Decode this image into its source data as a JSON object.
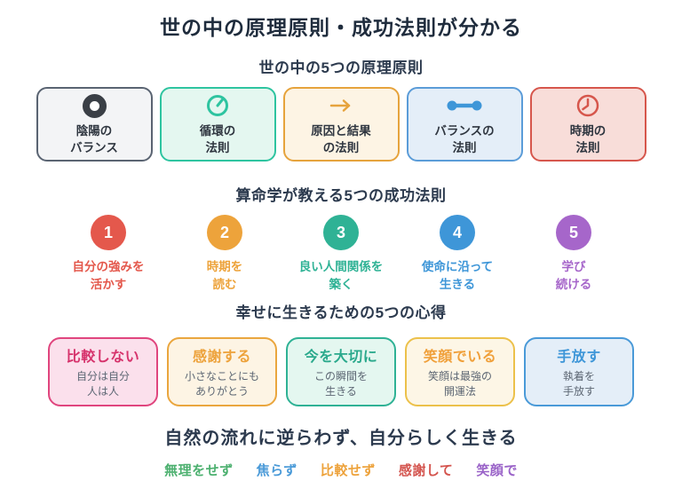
{
  "title": "世の中の原理原則・成功法則が分かる",
  "heading_color": "#2c3a4e",
  "principles": {
    "heading": "世の中の5つの原理原則",
    "items": [
      {
        "line1": "陰陽の",
        "line2": "バランス",
        "icon": "yin-yang-donut-icon",
        "border": "#5a6472",
        "bg": "#f3f4f6",
        "iconColor": "#3a3f46"
      },
      {
        "line1": "循環の",
        "line2": "法則",
        "icon": "cycle-clock-icon",
        "border": "#2ec4a0",
        "bg": "#e4f7f0",
        "iconColor": "#2ec4a0"
      },
      {
        "line1": "原因と結果",
        "line2": "の法則",
        "icon": "arrow-right-icon",
        "border": "#e6a33c",
        "bg": "#fdf4e4",
        "iconColor": "#e6a33c"
      },
      {
        "line1": "バランスの",
        "line2": "法則",
        "icon": "balance-dumbbell-icon",
        "border": "#5b9cd8",
        "bg": "#e4eef8",
        "iconColor": "#3e96d8"
      },
      {
        "line1": "時期の",
        "line2": "法則",
        "icon": "clock-icon",
        "border": "#d6564c",
        "bg": "#f8ddd9",
        "iconColor": "#d6564c"
      }
    ]
  },
  "success_laws": {
    "heading": "算命学が教える5つの成功法則",
    "items": [
      {
        "number": "1",
        "line1": "自分の強みを",
        "line2": "活かす",
        "color": "#e4584c"
      },
      {
        "number": "2",
        "line1": "時期を",
        "line2": "読む",
        "color": "#eda33b"
      },
      {
        "number": "3",
        "line1": "良い人間関係を",
        "line2": "築く",
        "color": "#2fb295"
      },
      {
        "number": "4",
        "line1": "使命に沿って",
        "line2": "生きる",
        "color": "#3e96d8"
      },
      {
        "number": "5",
        "line1": "学び",
        "line2": "続ける",
        "color": "#a666ca"
      }
    ]
  },
  "precepts": {
    "heading": "幸せに生きるための5つの心得",
    "sub_color": "#5c6673",
    "items": [
      {
        "title": "比較しない",
        "line1": "自分は自分",
        "line2": "人は人",
        "titleColor": "#d6336c",
        "border": "#e0457e",
        "bg": "#fbe0ec"
      },
      {
        "title": "感謝する",
        "line1": "小さなことにも",
        "line2": "ありがとう",
        "titleColor": "#eda23b",
        "border": "#eaa63e",
        "bg": "#fdf4e4"
      },
      {
        "title": "今を大切に",
        "line1": "この瞬間を",
        "line2": "生きる",
        "titleColor": "#2aa98c",
        "border": "#2fb295",
        "bg": "#e4f7f0"
      },
      {
        "title": "笑顔でいる",
        "line1": "笑顔は最強の",
        "line2": "開運法",
        "titleColor": "#f0a03a",
        "border": "#ecc14b",
        "bg": "#fdf6e6"
      },
      {
        "title": "手放す",
        "line1": "執着を",
        "line2": "手放す",
        "titleColor": "#3e96d8",
        "border": "#4a9ad8",
        "bg": "#e4eef8"
      }
    ]
  },
  "conclusion": {
    "title": "自然の流れに逆らわず、自分らしく生きる",
    "words": [
      {
        "text": "無理をせず",
        "color": "#4cb06f"
      },
      {
        "text": "焦らず",
        "color": "#4a9ad8"
      },
      {
        "text": "比較せず",
        "color": "#eda23b"
      },
      {
        "text": "感謝して",
        "color": "#d4544e"
      },
      {
        "text": "笑顔で",
        "color": "#9a63c8"
      }
    ]
  }
}
